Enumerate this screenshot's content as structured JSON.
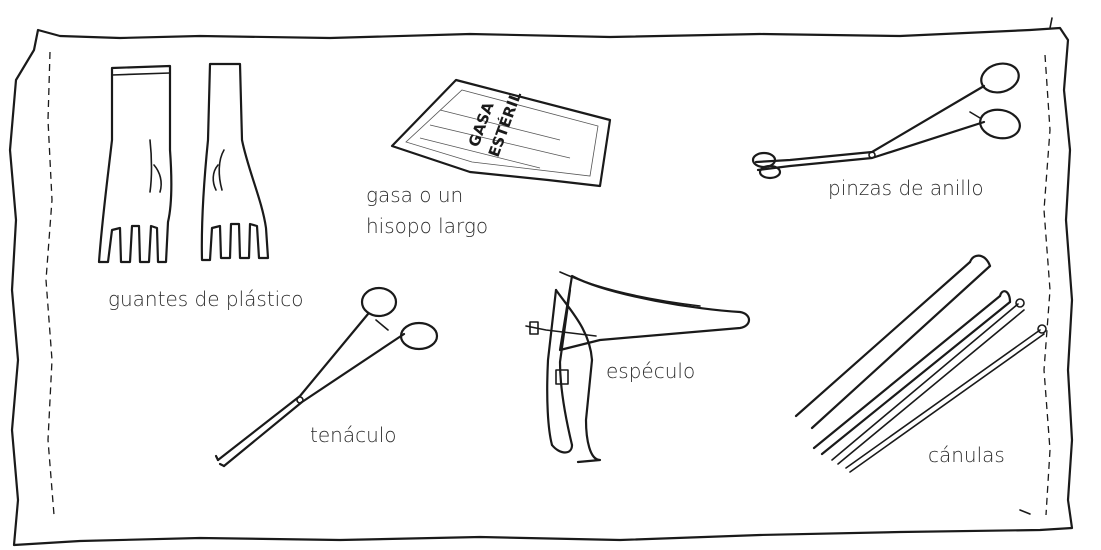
{
  "labels": {
    "gloves": "guantes de plástico",
    "gauze_line1": "gasa o un",
    "gauze_line2": "hisopo largo",
    "ring_forceps": "pinzas de anillo",
    "tenaculum": "tenáculo",
    "speculum": "espéculo",
    "cannulas": "cánulas"
  },
  "package_text": {
    "line1": "GASA",
    "line2": "ESTÉRIL"
  }
}
